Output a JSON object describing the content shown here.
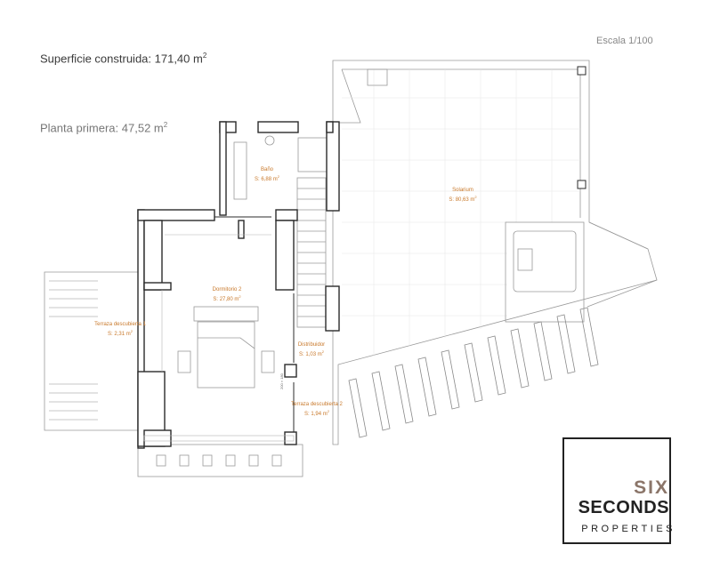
{
  "header": {
    "superficie_construida_label": "Superficie construida: 171,40 m",
    "superficie_construida_sup": "2",
    "planta_primera_label": "Planta primera: 47,52 m",
    "planta_primera_sup": "2",
    "escala": "Escala 1/100"
  },
  "rooms": {
    "bano": {
      "name": "Baño",
      "area": "S: 6,88 m",
      "sup": "2"
    },
    "solarium": {
      "name": "Solarium",
      "area": "S: 80,63 m",
      "sup": "2"
    },
    "dormitorio": {
      "name": "Dormitorio 2",
      "area": "S: 27,80 m",
      "sup": "2"
    },
    "terraza1": {
      "name": "Terraza descubierta 1",
      "area": "S: 2,31 m",
      "sup": "2"
    },
    "distribuidor": {
      "name": "Distribuidor",
      "area": "S: 1,03 m",
      "sup": "2"
    },
    "terraza2": {
      "name": "Terraza descubierta 2",
      "area": "S: 1,94 m",
      "sup": "2"
    }
  },
  "dimension_note": "200 × 180",
  "logo": {
    "line1": "SIX",
    "line2": "SECONDS",
    "line3": "PROPERTIES"
  },
  "colors": {
    "wall": "#2b2b2b",
    "line": "#9a9a9a",
    "room_label": "#c8782a",
    "logo_accent": "#8b7569"
  }
}
